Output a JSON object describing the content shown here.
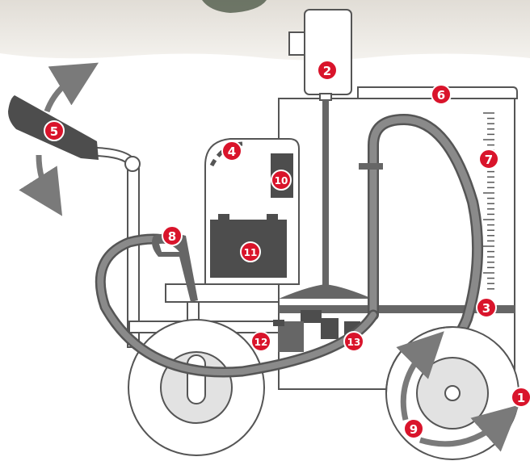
{
  "colors": {
    "badge": "#d9142b",
    "badge_text": "#ffffff",
    "outline": "#555555",
    "machine_fill": "#ffffff",
    "dark_part": "#4d4d4d",
    "hose": "#666666",
    "tire": "#eeeeee",
    "arrow": "#7a7a7a",
    "background_photo": "#e6e2dc"
  },
  "callouts": [
    {
      "id": "1",
      "label": "1"
    },
    {
      "id": "2",
      "label": "2"
    },
    {
      "id": "3",
      "label": "3"
    },
    {
      "id": "4",
      "label": "4"
    },
    {
      "id": "5",
      "label": "5"
    },
    {
      "id": "6",
      "label": "6"
    },
    {
      "id": "7",
      "label": "7"
    },
    {
      "id": "8",
      "label": "8"
    },
    {
      "id": "9",
      "label": "9"
    },
    {
      "id": "10",
      "label": "10"
    },
    {
      "id": "11",
      "label": "11"
    },
    {
      "id": "12",
      "label": "12"
    },
    {
      "id": "13",
      "label": "13"
    }
  ]
}
